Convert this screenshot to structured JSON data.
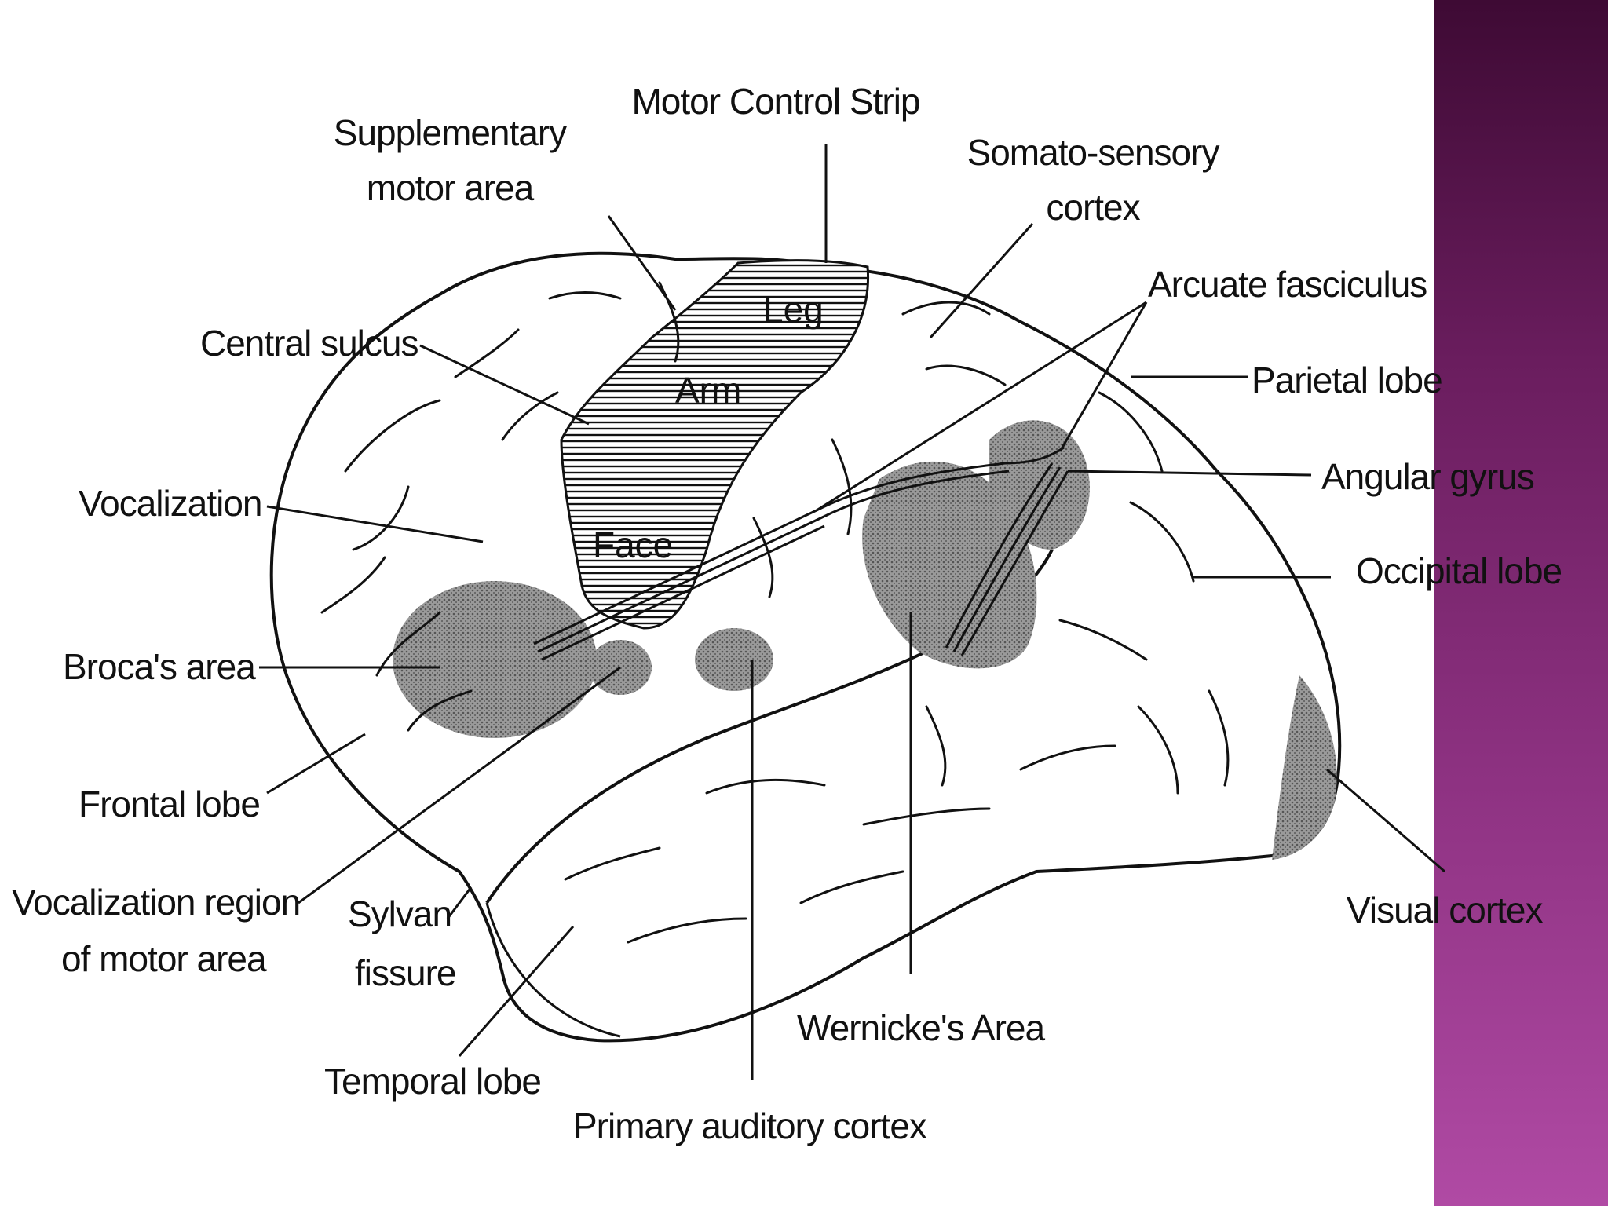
{
  "colors": {
    "background": "#ffffff",
    "side_band_top": "#3e0a34",
    "side_band_bottom": "#b04aa4",
    "ink": "#111111",
    "area_shading": "#8a8a8a"
  },
  "diagram": {
    "labels": {
      "motor_control_strip": "Motor Control Strip",
      "supplementary_1": "Supplementary",
      "supplementary_2": "motor area",
      "somato_1": "Somato-sensory",
      "somato_2": "cortex",
      "arcuate": "Arcuate fasciculus",
      "central_sulcus": "Central sulcus",
      "parietal": "Parietal lobe",
      "angular": "Angular gyrus",
      "vocalization": "Vocalization",
      "occipital": "Occipital lobe",
      "brocas": "Broca's area",
      "frontal": "Frontal lobe",
      "visual": "Visual cortex",
      "voc_region_1": "Vocalization region",
      "voc_region_2": "of motor area",
      "sylvan_1": "Sylvan",
      "sylvan_2": "fissure",
      "wernickes": "Wernicke's Area",
      "temporal": "Temporal lobe",
      "auditory": "Primary auditory cortex",
      "leg": "Leg",
      "arm": "Arm",
      "face": "Face"
    }
  }
}
